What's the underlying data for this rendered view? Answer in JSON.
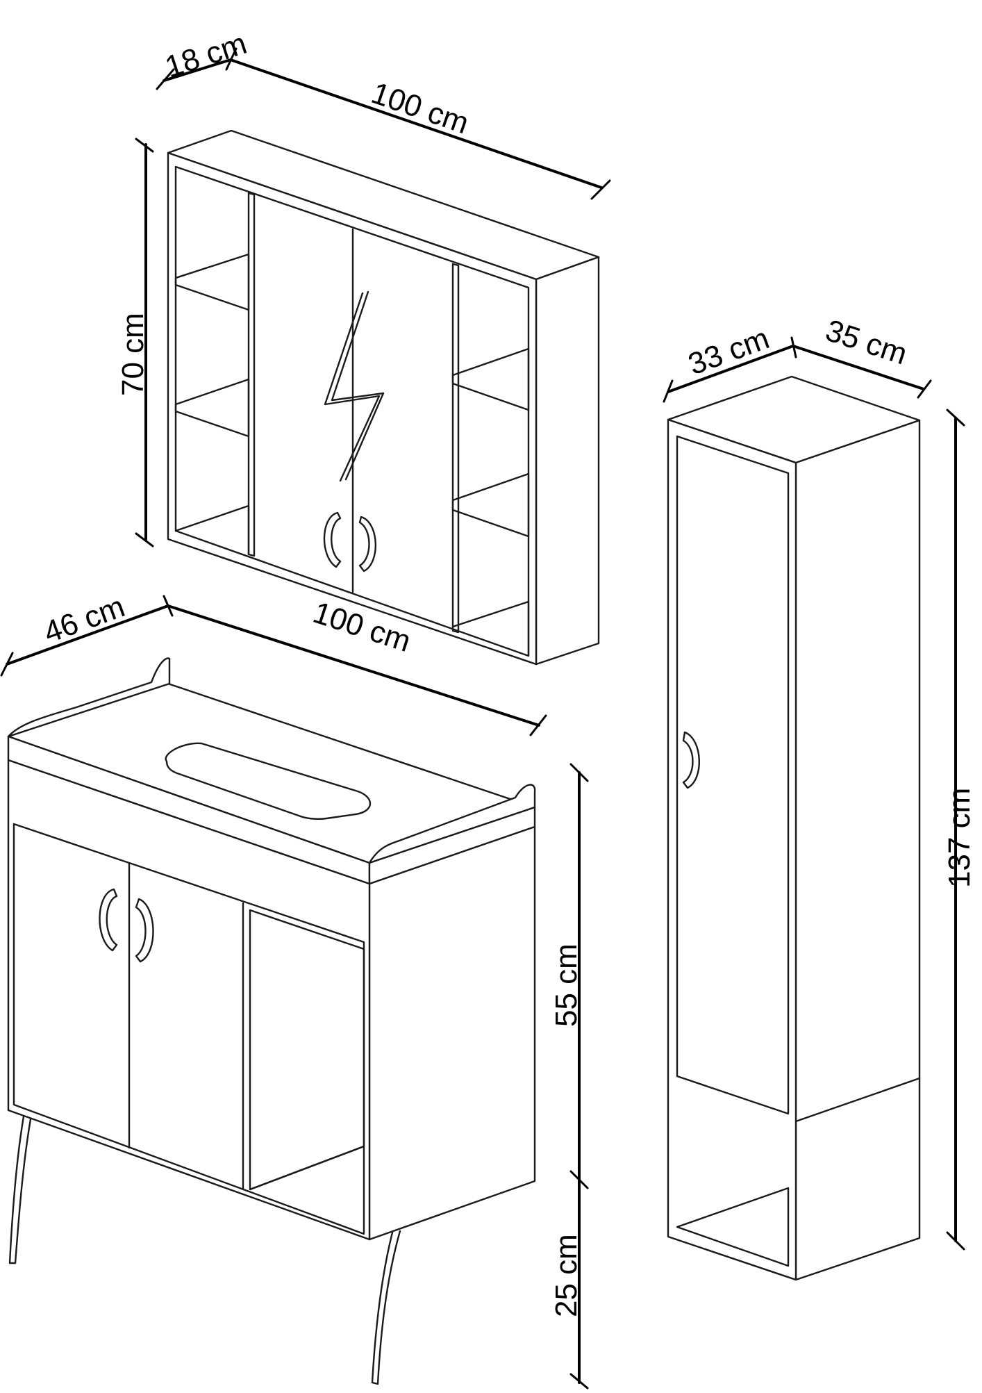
{
  "dimensions": {
    "mirror_depth": "18 cm",
    "mirror_width": "100 cm",
    "mirror_height": "70 cm",
    "tall_width": "33 cm",
    "tall_depth": "35 cm",
    "tall_height": "137 cm",
    "vanity_depth": "46 cm",
    "vanity_width": "100 cm",
    "vanity_height": "55 cm",
    "leg_height": "25 cm"
  },
  "colors": {
    "line": "#1a1a1a",
    "background": "#ffffff"
  }
}
